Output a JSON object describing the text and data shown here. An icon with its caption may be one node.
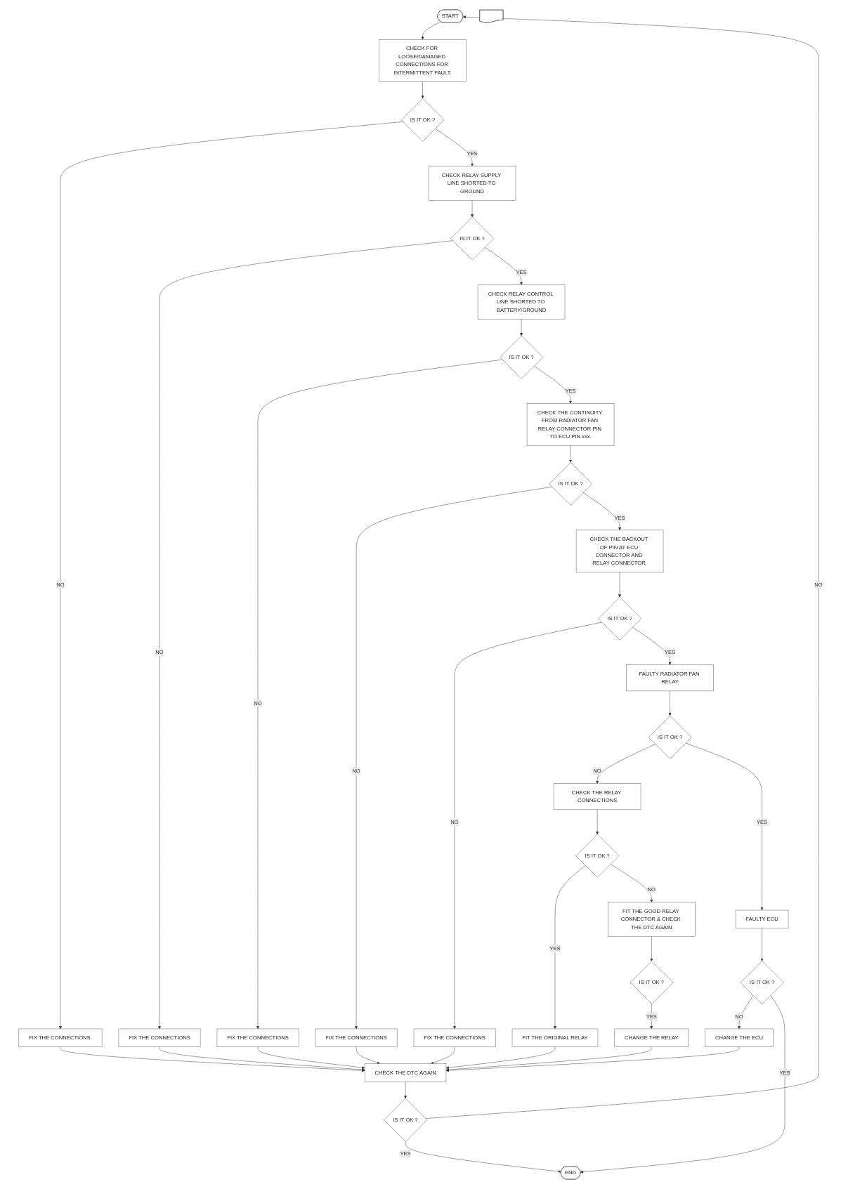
{
  "diagram": {
    "nodes": [
      {
        "text": [
          "START"
        ]
      },
      {
        "text": [],
        "shape": "document"
      },
      {
        "text": [
          "CHECK FOR LOOSE/DAMAGED CONNECTIONS FOR INTERMITTENT FAULT."
        ]
      },
      {
        "text": [
          "IS IT OK ?"
        ]
      },
      {
        "text": [
          "FIX THE CONNECTIONS."
        ]
      },
      {
        "text": [
          "CHECK RELAY SUPPLY LINE SHORTED TO GROUND"
        ]
      },
      {
        "text": [
          "IS IT OK ?"
        ]
      },
      {
        "text": [
          "FIX THE CONNECTIONS"
        ]
      },
      {
        "text": [
          "CHECK RELAY CONTROL LINE SHORTED TO BATTERY/GROUND"
        ]
      },
      {
        "text": [
          "IS IT OK ?"
        ]
      },
      {
        "text": [
          "FIX THE CONNECTIONS"
        ]
      },
      {
        "text": [
          "CHECK THE CONTINUITY FROM RADIATOR FAN RELAY CONNECTOR PIN TO ECU PIN xxx."
        ]
      },
      {
        "text": [
          "IS IT OK ?"
        ]
      },
      {
        "text": [
          "FIX THE CONNECTIONS"
        ]
      },
      {
        "text": [
          "CHECK THE BACKOUT OF PIN AT ECU CONNECTOR AND RELAY CONNECTOR."
        ]
      },
      {
        "text": [
          "CHECK THE DTC AGAIN"
        ]
      },
      {
        "text": [
          "IS IT OK ?"
        ]
      },
      {
        "text": [
          "FIX THE CONNECTIONS"
        ]
      },
      {
        "text": [
          "IS IT OK ?"
        ]
      },
      {
        "text": [
          "FAULTY RADIATOR FAN RELAY"
        ]
      },
      {
        "text": [
          "IS IT OK ?"
        ]
      },
      {
        "text": [
          "CHECK THE RELAY CONNECTIONS"
        ]
      },
      {
        "text": [
          "IS IT OK ?"
        ]
      },
      {
        "text": [
          "FIT THE ORIGINAL RELAY"
        ]
      },
      {
        "text": [
          "FAULTY ECU"
        ]
      },
      {
        "text": [
          "FIT THE GOOD RELAY CONNECTOR & CHECK THE DTC AGAIN"
        ]
      },
      {
        "text": [
          "IS IT OK ?"
        ]
      },
      {
        "text": [
          "CHANGE THE ECU"
        ]
      },
      {
        "text": [
          "IS IT OK ?"
        ]
      },
      {
        "text": [
          "CHANGE THE RELAY"
        ]
      },
      {
        "text": [
          "END"
        ]
      }
    ],
    "edges": [
      {
        "from": 0,
        "to": 2,
        "arrow": "to"
      },
      {
        "from": 2,
        "to": 3,
        "arrow": "to"
      },
      {
        "from": 3,
        "to": 4,
        "arrow": "to",
        "label": "NO"
      },
      {
        "from": 3,
        "to": 5,
        "arrow": "to",
        "label": "YES"
      },
      {
        "from": 5,
        "to": 6,
        "arrow": "to"
      },
      {
        "from": 6,
        "to": 7,
        "arrow": "to",
        "label": "NO"
      },
      {
        "from": 6,
        "to": 8,
        "arrow": "to",
        "label": "YES"
      },
      {
        "from": 8,
        "to": 9,
        "arrow": "to"
      },
      {
        "from": 9,
        "to": 10,
        "arrow": "to",
        "label": "NO"
      },
      {
        "from": 9,
        "to": 11,
        "arrow": "to",
        "label": "YES"
      },
      {
        "from": 11,
        "to": 12,
        "arrow": "to"
      },
      {
        "from": 12,
        "to": 13,
        "arrow": "to",
        "label": "NO"
      },
      {
        "from": 12,
        "to": 14,
        "arrow": "to",
        "label": "YES"
      },
      {
        "from": 14,
        "to": 16,
        "arrow": "to"
      },
      {
        "from": 16,
        "to": 17,
        "arrow": "to",
        "label": "NO"
      },
      {
        "from": 16,
        "to": 19,
        "arrow": "to",
        "label": "YES"
      },
      {
        "from": 19,
        "to": 20,
        "arrow": "to"
      },
      {
        "from": 20,
        "to": 21,
        "arrow": "to",
        "label": "NO"
      },
      {
        "from": 20,
        "to": 24,
        "arrow": "to",
        "label": "YES"
      },
      {
        "from": 21,
        "to": 22,
        "arrow": "to"
      },
      {
        "from": 22,
        "to": 23,
        "arrow": "to",
        "label": "YES"
      },
      {
        "from": 22,
        "to": 25,
        "arrow": "to",
        "label": "NO"
      },
      {
        "from": 25,
        "to": 28,
        "arrow": "to"
      },
      {
        "from": 28,
        "to": 29,
        "arrow": "to",
        "label": "YES"
      },
      {
        "from": 24,
        "to": 26,
        "arrow": "to"
      },
      {
        "from": 26,
        "to": 27,
        "arrow": "to",
        "label": "NO"
      },
      {
        "from": 26,
        "to": 30,
        "arrow": "to",
        "label": "YES"
      },
      {
        "from": 4,
        "to": 15,
        "arrow": "to"
      },
      {
        "from": 7,
        "to": 15,
        "arrow": "to"
      },
      {
        "from": 10,
        "to": 15,
        "arrow": "to"
      },
      {
        "from": 13,
        "to": 15,
        "arrow": "to"
      },
      {
        "from": 17,
        "to": 15,
        "arrow": "to"
      },
      {
        "from": 23,
        "to": 15,
        "arrow": "to"
      },
      {
        "from": 29,
        "to": 15,
        "arrow": "to"
      },
      {
        "from": 27,
        "to": 15,
        "arrow": "to"
      },
      {
        "from": 15,
        "to": 18,
        "arrow": "to"
      },
      {
        "from": 18,
        "to": 0,
        "arrow": "to",
        "label": "NO"
      },
      {
        "from": 18,
        "to": 30,
        "arrow": "to",
        "label": "YES"
      }
    ]
  }
}
